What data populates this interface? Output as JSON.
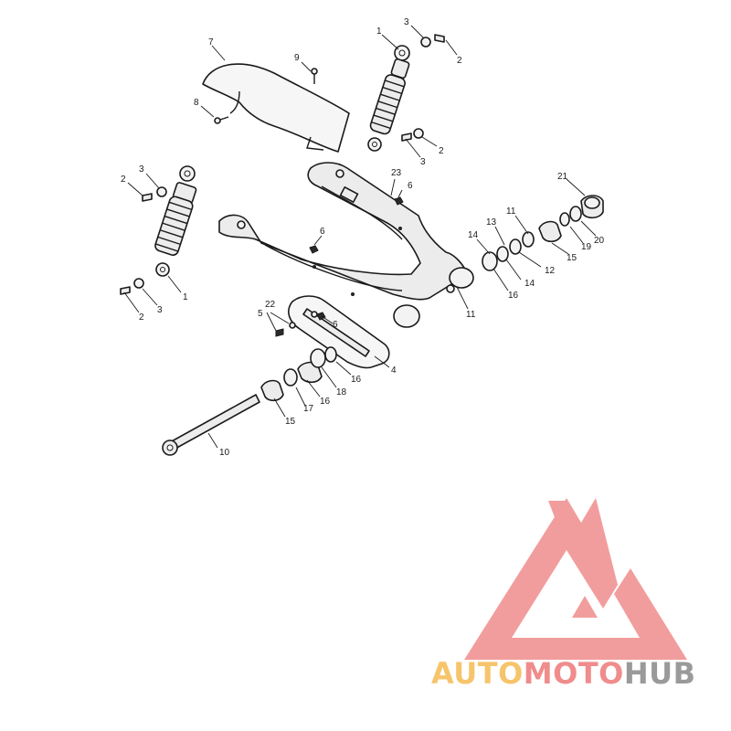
{
  "diagram": {
    "callouts": {
      "c1a": "1",
      "c1b": "1",
      "c2a": "2",
      "c2b": "2",
      "c2c": "2",
      "c2d": "2",
      "c3a": "3",
      "c3b": "3",
      "c3c": "3",
      "c3d": "3",
      "c4": "4",
      "c5": "5",
      "c6a": "6",
      "c6b": "6",
      "c6c": "6",
      "c7": "7",
      "c8": "8",
      "c9": "9",
      "c10": "10",
      "c11a": "11",
      "c11b": "11",
      "c12": "12",
      "c13": "13",
      "c14a": "14",
      "c14b": "14",
      "c15a": "15",
      "c15b": "15",
      "c16a": "16",
      "c16b": "16",
      "c16c": "16",
      "c17": "17",
      "c18": "18",
      "c19": "19",
      "c20": "20",
      "c21": "21",
      "c22": "22",
      "c23": "23"
    }
  },
  "watermark": {
    "word_auto": "AUTO",
    "word_moto": "MOTO",
    "word_hub": "HUB",
    "colors": {
      "auto": "#f6c46a",
      "moto": "#f08c8c",
      "hub": "#9a9a9a",
      "logo": "#f08c8c"
    }
  }
}
